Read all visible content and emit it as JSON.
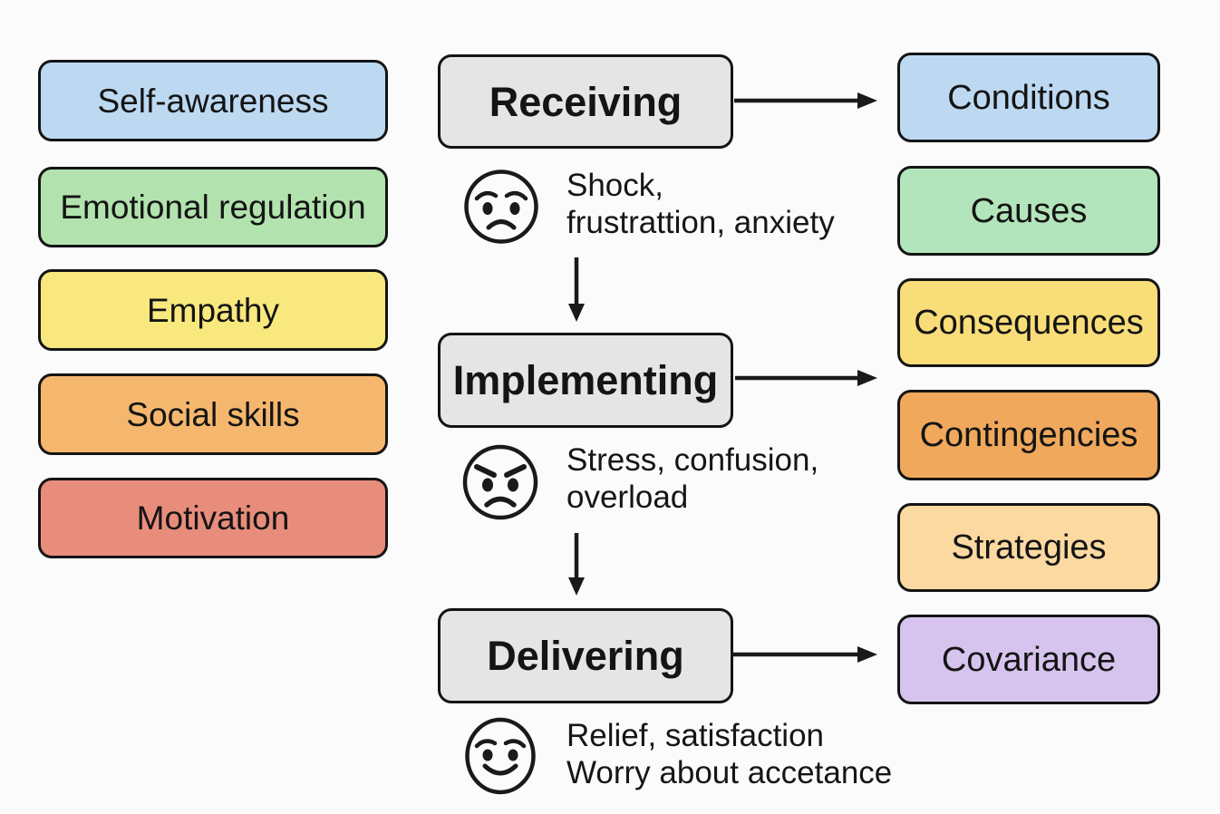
{
  "left_column": {
    "items": [
      {
        "label": "Self-awareness",
        "bg": "#bdd9f2"
      },
      {
        "label": "Emotional regulation",
        "bg": "#b2e3ae"
      },
      {
        "label": "Empathy",
        "bg": "#f8e87e"
      },
      {
        "label": "Social skills",
        "bg": "#f4b76d"
      },
      {
        "label": "Motivation",
        "bg": "#e88d7c"
      }
    ]
  },
  "flow": {
    "box_bg": "#e5e5e5",
    "stages": [
      {
        "label": "Receiving",
        "emotion": {
          "icon": "worried-face",
          "face_color": "#efa45c",
          "lines": [
            "Shock,",
            "frustrattion, anxiety"
          ]
        }
      },
      {
        "label": "Implementing",
        "emotion": {
          "icon": "angry-face",
          "face_color": "#f5dc31",
          "lines": [
            "Stress, confusion,",
            "overload"
          ]
        }
      },
      {
        "label": "Delivering",
        "emotion": {
          "icon": "happy-face",
          "face_color": "#68ac56",
          "lines": [
            "Relief, satisfaction",
            "Worry about accetance"
          ]
        }
      }
    ],
    "connections": [
      {
        "from": "Receiving",
        "to": "Conditions"
      },
      {
        "from": "Implementing",
        "to": "Consequences / Contingencies"
      },
      {
        "from": "Delivering",
        "to": "Covariance"
      },
      {
        "from": "Receiving",
        "to": "Implementing"
      },
      {
        "from": "Implementing",
        "to": "Delivering"
      }
    ]
  },
  "right_column": {
    "items": [
      {
        "label": "Conditions",
        "bg": "#bdd9f2"
      },
      {
        "label": "Causes",
        "bg": "#b2e5bb"
      },
      {
        "label": "Consequences",
        "bg": "#f9dd78"
      },
      {
        "label": "Contingencies",
        "bg": "#efa85c"
      },
      {
        "label": "Strategies",
        "bg": "#fbd9a1"
      },
      {
        "label": "Covariance",
        "bg": "#d6c4ee"
      }
    ]
  }
}
